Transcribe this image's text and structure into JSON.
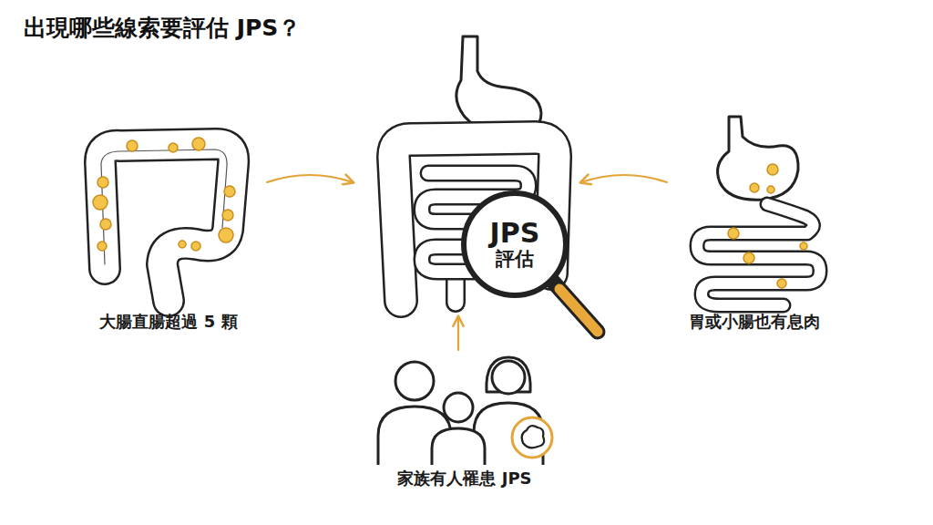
{
  "diagram": {
    "title": "出現哪些線索要評估 JPS？",
    "nodes": [
      {
        "text": [
          "大腸直腸超過 5 顆"
        ]
      },
      {
        "text": [
          "JPS",
          "評估"
        ]
      },
      {
        "text": [
          "胃或小腸也有息肉"
        ]
      },
      {
        "text": [
          "家族有人罹患 JPS"
        ]
      }
    ],
    "edges": [
      {
        "from": 0,
        "to": 1,
        "arrow": "to"
      },
      {
        "from": 2,
        "to": 1,
        "arrow": "to"
      },
      {
        "from": 3,
        "to": 1,
        "arrow": "to"
      }
    ]
  }
}
